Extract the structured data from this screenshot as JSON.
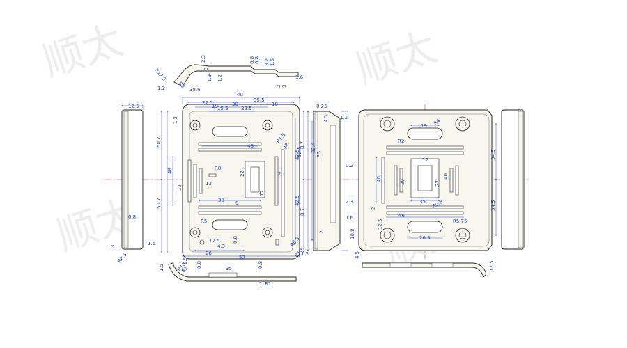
{
  "colors": {
    "outline": "#222222",
    "dimension": "#2a45e0",
    "centerline": "#e23b3b",
    "part_fill": "#f7f7ee",
    "watermark": "#ebebeb"
  },
  "watermark": {
    "text": "顺太",
    "icon": "watermark-logo"
  },
  "top_profile": {
    "labels": [
      "R12.5",
      "R8",
      "1.2",
      "38.6",
      "2.3",
      "3",
      "1.9",
      "1.2",
      "0.8",
      "0.8",
      "3.2",
      "1.5",
      "2",
      "3",
      "1.6"
    ]
  },
  "front_view": {
    "top_dims": [
      "40",
      "35.5",
      "30",
      "22.5",
      "19",
      "15.5",
      "22.5",
      "10"
    ],
    "left_dims": [
      "1.2",
      "50.7",
      "48",
      "12",
      "50.7"
    ],
    "inner_dims": [
      "48",
      "13",
      "38",
      "9",
      "22",
      "72",
      "2",
      "R8",
      "R5",
      "12.5",
      "4.3",
      "0.8",
      "26",
      "52",
      "R8"
    ],
    "right_dims": [
      "R1.5",
      "42.5",
      "42.5",
      "12.5",
      "8.7",
      "8.7",
      "R0.5",
      "1.5",
      "R10"
    ],
    "edge_dims": [
      "12.5",
      "0.8",
      "1.5",
      "3",
      "R8.5"
    ]
  },
  "side_view": {
    "labels": [
      "0.25",
      "1.2",
      "4.5",
      "35",
      "32.4",
      "0.2",
      "2.3",
      "1.6",
      "2",
      "10.8"
    ]
  },
  "bottom_profile": {
    "labels": [
      "1.5",
      "R10",
      "R2",
      "0.8",
      "35",
      "0.8",
      "R1",
      "2.5",
      "1"
    ]
  },
  "right_view": {
    "dims": [
      "19",
      "R4",
      "R2",
      "12",
      "40",
      "20",
      "27",
      "40",
      "35",
      "R0.8",
      "2",
      "46",
      "R5.75",
      "12.5",
      "26.5",
      "34.5",
      "34.5"
    ]
  },
  "right_bottom_profile": {
    "labels": [
      "4.5",
      "12.5"
    ]
  }
}
